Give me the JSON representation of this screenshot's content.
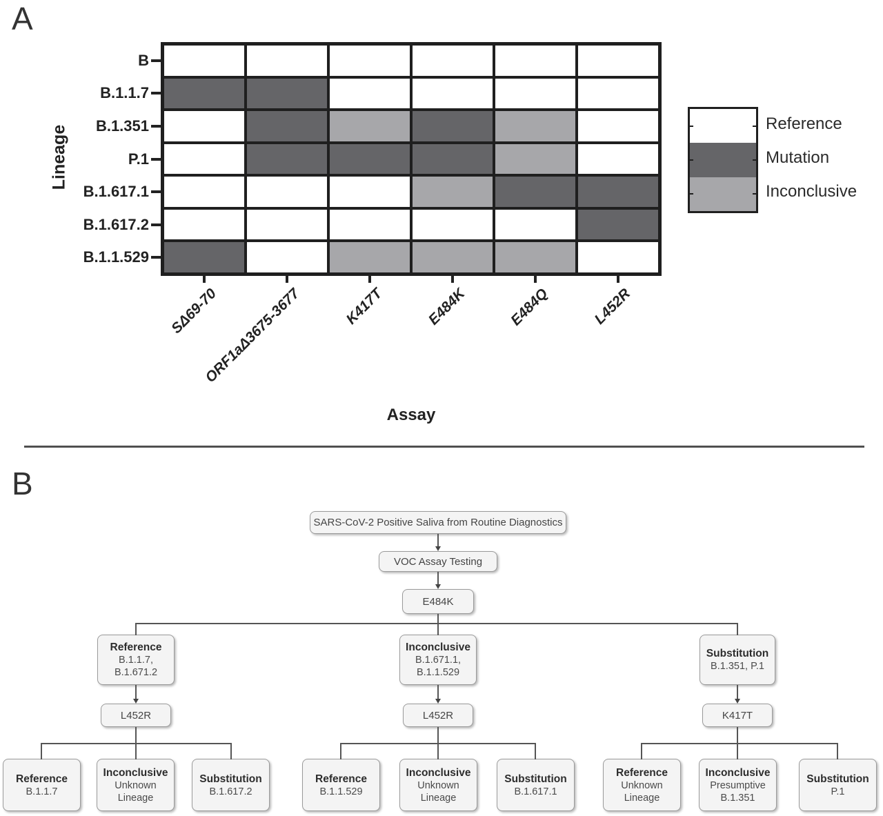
{
  "panel_a": {
    "label": "A",
    "ylabel": "Lineage",
    "xlabel": "Assay",
    "legend": [
      {
        "label": "Reference",
        "color": "#ffffff"
      },
      {
        "label": "Mutation",
        "color": "#656568"
      },
      {
        "label": "Inconclusive",
        "color": "#a7a7aa"
      }
    ]
  },
  "chart_data": {
    "type": "heatmap",
    "title": "",
    "xlabel": "Assay",
    "ylabel": "Lineage",
    "x_categories": [
      "SΔ69-70",
      "ORF1aΔ3675-3677",
      "K417T",
      "E484K",
      "E484Q",
      "L452R"
    ],
    "y_categories": [
      "B",
      "B.1.1.7",
      "B.1.351",
      "P.1",
      "B.1.617.1",
      "B.1.617.2",
      "B.1.1.529"
    ],
    "value_labels": {
      "R": "Reference",
      "M": "Mutation",
      "I": "Inconclusive"
    },
    "colors": {
      "R": "#ffffff",
      "M": "#656568",
      "I": "#a7a7aa"
    },
    "matrix": [
      [
        "R",
        "R",
        "R",
        "R",
        "R",
        "R"
      ],
      [
        "M",
        "M",
        "R",
        "R",
        "R",
        "R"
      ],
      [
        "R",
        "M",
        "I",
        "M",
        "I",
        "R"
      ],
      [
        "R",
        "M",
        "M",
        "M",
        "I",
        "R"
      ],
      [
        "R",
        "R",
        "R",
        "I",
        "M",
        "M"
      ],
      [
        "R",
        "R",
        "R",
        "R",
        "R",
        "M"
      ],
      [
        "M",
        "R",
        "I",
        "I",
        "I",
        "R"
      ]
    ],
    "legend_position": "right",
    "grid": true
  },
  "panel_b": {
    "label": "B",
    "root": "SARS-CoV-2 Positive Saliva from Routine Diagnostics",
    "step1": "VOC Assay Testing",
    "step2": "E484K",
    "branches": [
      {
        "title": "Reference",
        "lines": [
          "B.1.1.7,",
          "B.1.671.2"
        ],
        "assay": "L452R"
      },
      {
        "title": "Inconclusive",
        "lines": [
          "B.1.671.1,",
          "B.1.1.529"
        ],
        "assay": "L452R"
      },
      {
        "title": "Substitution",
        "lines": [
          "B.1.351, P.1"
        ],
        "assay": "K417T"
      }
    ],
    "leaves": [
      {
        "title": "Reference",
        "lines": [
          "B.1.1.7"
        ]
      },
      {
        "title": "Inconclusive",
        "lines": [
          "Unknown",
          "Lineage"
        ]
      },
      {
        "title": "Substitution",
        "lines": [
          "B.1.617.2"
        ]
      },
      {
        "title": "Reference",
        "lines": [
          "B.1.1.529"
        ]
      },
      {
        "title": "Inconclusive",
        "lines": [
          "Unknown",
          "Lineage"
        ]
      },
      {
        "title": "Substitution",
        "lines": [
          "B.1.617.1"
        ]
      },
      {
        "title": "Reference",
        "lines": [
          "Unknown",
          "Lineage"
        ]
      },
      {
        "title": "Inconclusive",
        "lines": [
          "Presumptive",
          "B.1.351"
        ]
      },
      {
        "title": "Substitution",
        "lines": [
          "P.1"
        ]
      }
    ]
  }
}
